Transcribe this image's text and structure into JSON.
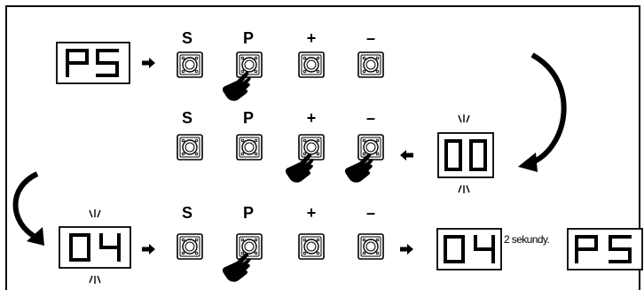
{
  "buttons": {
    "s": "S",
    "p": "P",
    "plus": "+",
    "minus": "–"
  },
  "displays": {
    "row1_start": "PS",
    "row2_blink": "00",
    "row3_blink": "04",
    "row3_result": "04",
    "row3_end": "PS"
  },
  "caption": "2 sekundy."
}
